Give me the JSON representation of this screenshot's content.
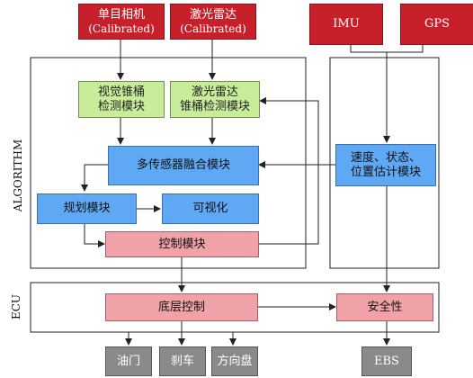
{
  "nodes": {
    "mono_camera": {
      "line1": "单目相机",
      "line2": "(Calibrated)"
    },
    "lidar": {
      "line1": "激光雷达",
      "line2": "(Calibrated)"
    },
    "imu": {
      "label": "IMU"
    },
    "gps": {
      "label": "GPS"
    },
    "visual_cone": {
      "line1": "视觉锥桶",
      "line2": "检测模块"
    },
    "lidar_cone": {
      "line1": "激光雷达",
      "line2": "锥桶检测模块"
    },
    "fusion": {
      "label": "多传感器融合模块"
    },
    "state_estimation": {
      "line1": "速度、状态、",
      "line2": "位置估计模块"
    },
    "planning": {
      "label": "规划模块"
    },
    "visualization": {
      "label": "可视化"
    },
    "control": {
      "label": "控制模块"
    },
    "low_level": {
      "label": "底层控制"
    },
    "safety": {
      "label": "安全性"
    },
    "throttle": {
      "label": "油门"
    },
    "brake": {
      "label": "刹车"
    },
    "steering": {
      "label": "方向盘"
    },
    "ebs": {
      "label": "EBS"
    }
  },
  "regions": {
    "algorithm": "ALGORITHM",
    "ecu": "ECU"
  },
  "colors": {
    "sensor": "#c8202a",
    "detection": "#c9ec9b",
    "processing": "#5ea8f4",
    "control": "#f0a2a8",
    "actuator": "#8a8a8a"
  }
}
